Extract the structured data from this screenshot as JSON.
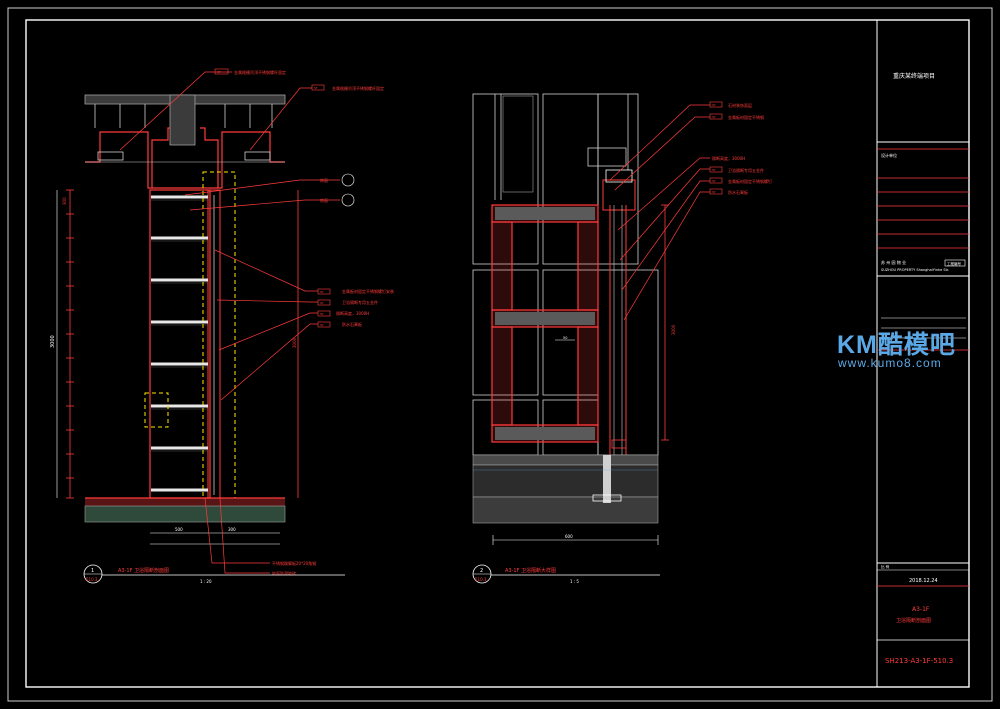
{
  "title_block": {
    "project_name": "重庆某终端项目",
    "section_label": "设计单位",
    "info_line1": "苏 州 园   物 业",
    "info_line2": "SUZHOU PROPERTY   ShanghaiYinhe Str.",
    "stamp": "工程编号",
    "small_row_label": "比 例",
    "date": "2018.12.24",
    "drawing_code": "A3-1F",
    "drawing_title": "卫浴隔断剖面图",
    "sheet_number": "SH213-A3-1F-510.3"
  },
  "watermark": {
    "logo": "KM酷模吧",
    "url": "www.kumo8.com"
  },
  "left_view": {
    "tag_number": "1",
    "tag_sheet": "510.3",
    "title": "A3-1F  卫浴隔断剖面图",
    "scale": "1 : 20",
    "tags": {
      "ceiling1": "ST",
      "ceiling2": "ST",
      "wall1": "ST",
      "wall2": "ST",
      "wall3": "ST",
      "wall4": "ST"
    },
    "labels": {
      "ceiling1": "金属格栅吊顶不锈钢螺杆固定",
      "ceiling2": "金属格栅吊顶不锈钢螺杆固定",
      "grid1": "饰面",
      "grid2": "饰面",
      "wall1": "金属板材固定不锈钢螺钉安装",
      "wall2": "卫浴隔断专用五金件",
      "wall3": "隔断高度，3000H",
      "wall4": "防水石膏板",
      "bottom1": "不锈钢踢脚板20*20角钢",
      "bottom2": "地面防滑地砖"
    },
    "dims": {
      "total": "3000",
      "seg": "300",
      "bottom1": "500",
      "bottom2": "300"
    }
  },
  "right_view": {
    "tag_number": "2",
    "tag_sheet": "510.3",
    "title": "A3-1F  卫浴隔断大样图",
    "scale": "1 : 5",
    "tags": {
      "t1": "ST",
      "t2": "ST",
      "t3": "ST",
      "t4": "ST",
      "t5": "ST"
    },
    "labels": {
      "top1": "石材装饰面层",
      "top2": "金属板材固定不锈钢",
      "mid1": "隔断高度，3000H",
      "mid2": "卫浴隔断专用五金件",
      "mid3": "金属板材固定不锈钢螺钉",
      "mid4": "防水石膏板"
    },
    "dims": {
      "total": "3000",
      "seg": "50",
      "bottom": "600"
    }
  }
}
